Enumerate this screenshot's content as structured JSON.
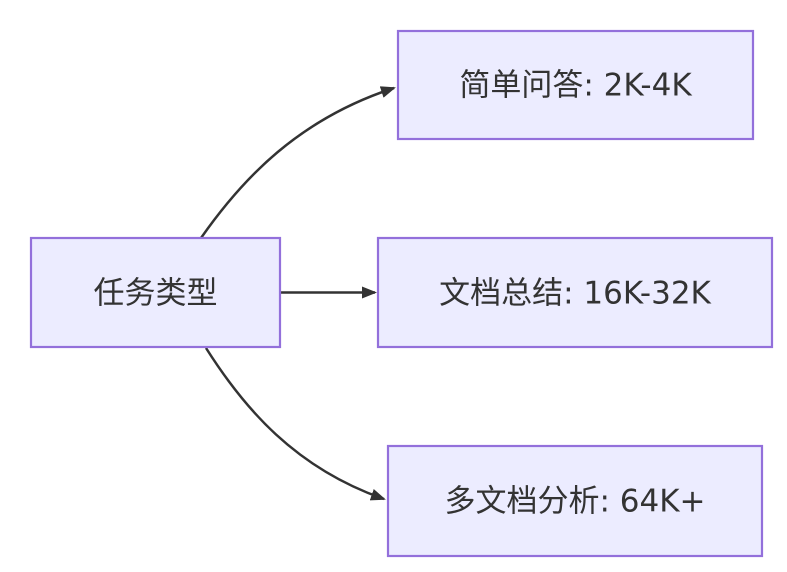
{
  "diagram": {
    "type": "flowchart-LR",
    "root": {
      "label": "任务类型"
    },
    "branches": [
      {
        "label": "简单问答: 2K-4K"
      },
      {
        "label": "文档总结: 16K-32K"
      },
      {
        "label": "多文档分析: 64K+"
      }
    ]
  },
  "colors": {
    "canvas_background": "#FFFFFF",
    "node_fill": "#ECECFF",
    "node_border": "#9370DB",
    "edge_stroke": "#333333",
    "label_text": "#333333"
  }
}
